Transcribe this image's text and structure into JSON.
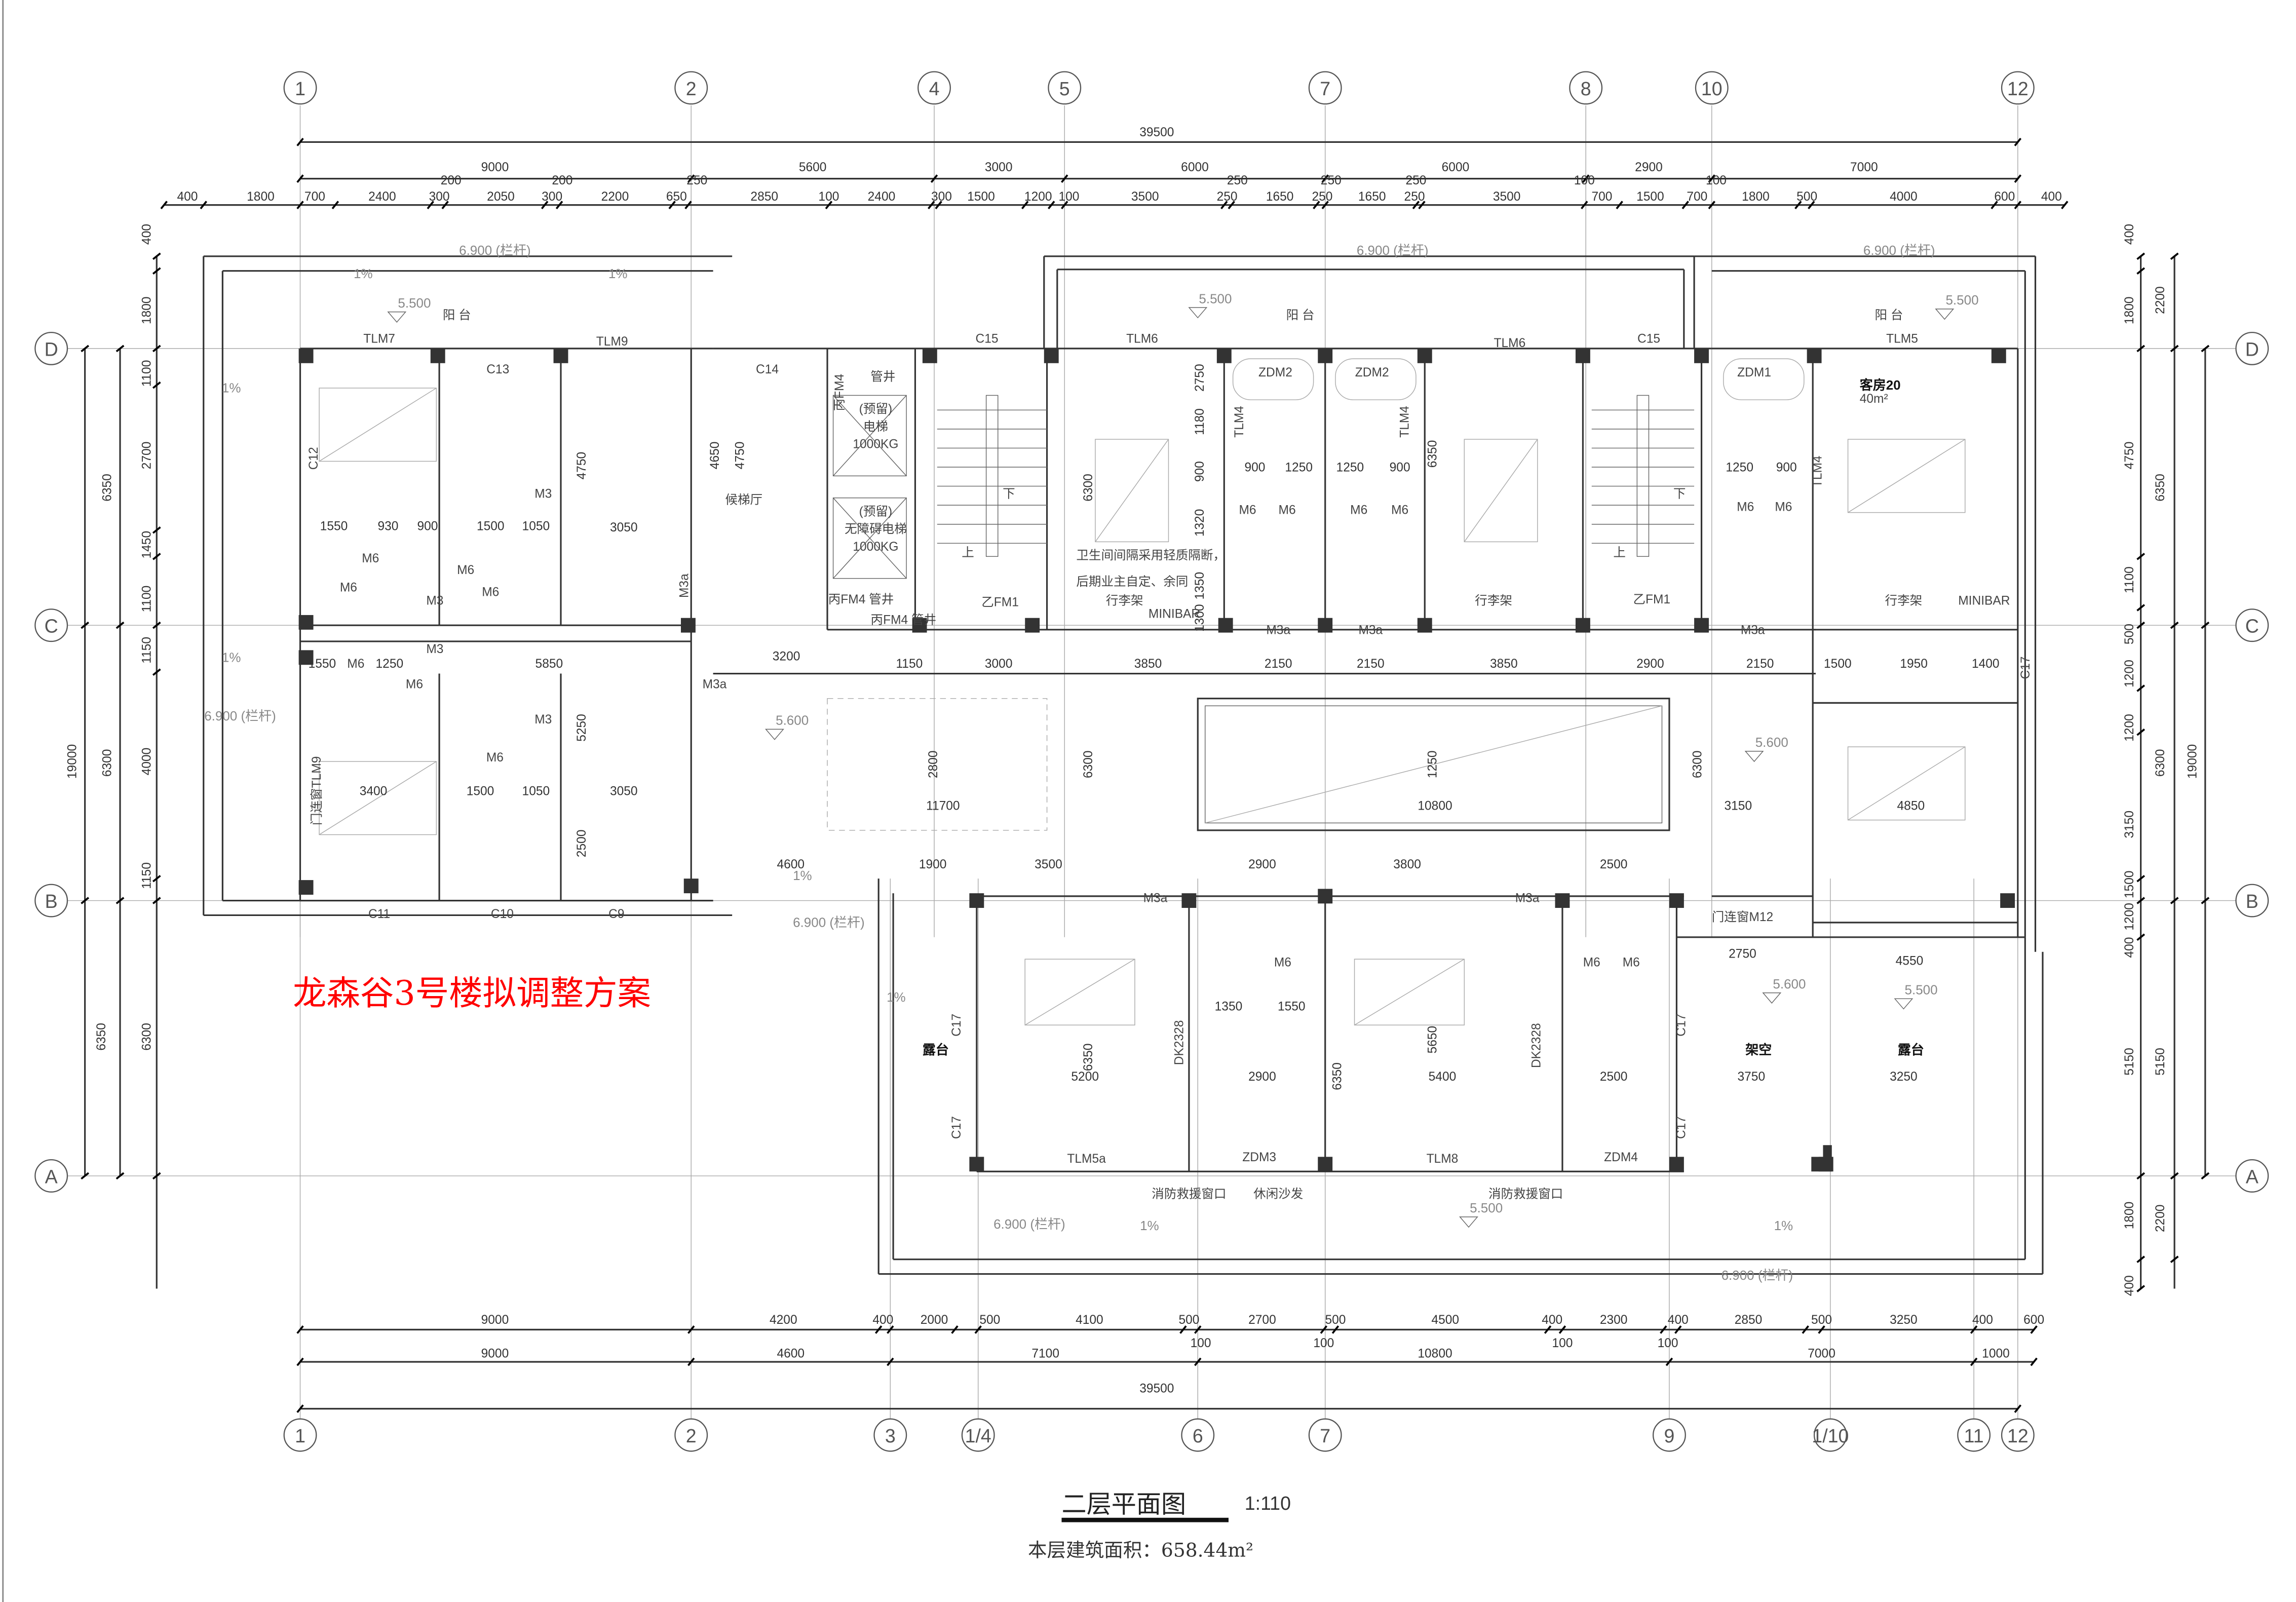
{
  "title": {
    "main": "二层平面图",
    "scale": "1:110",
    "area_label": "本层建筑面积：658.44m²"
  },
  "project_note": "龙森谷3号楼拟调整方案",
  "axes": {
    "top": [
      "1",
      "2",
      "4",
      "5",
      "7",
      "8",
      "10",
      "12"
    ],
    "bottom": [
      "1",
      "2",
      "3",
      "1/4",
      "6",
      "7",
      "9",
      "1/10",
      "11",
      "12"
    ],
    "left": [
      "D",
      "C",
      "B",
      "A"
    ],
    "right": [
      "D",
      "C",
      "B",
      "A"
    ]
  },
  "dimensions": {
    "top_total": "39500",
    "top_row2": [
      "9000",
      "5600",
      "3000",
      "6000",
      "6000",
      "2900",
      "7000"
    ],
    "top_row2_small": [
      "200",
      "200",
      "250",
      "250",
      "250",
      "250",
      "100",
      "100"
    ],
    "top_row3": [
      "400",
      "1800",
      "700",
      "2400",
      "300",
      "2050",
      "300",
      "2200",
      "650",
      "2850",
      "100",
      "2400",
      "300",
      "1500",
      "1200",
      "100",
      "3500",
      "250",
      "1650",
      "250",
      "1650",
      "250",
      "3500",
      "700",
      "1500",
      "700",
      "1800",
      "500",
      "4000",
      "600",
      "400"
    ],
    "bottom_row1": [
      "9000",
      "4200",
      "400",
      "2000",
      "500",
      "4100",
      "500",
      "2700",
      "500",
      "4500",
      "400",
      "2300",
      "400",
      "2850",
      "500",
      "3250",
      "400",
      "600"
    ],
    "bottom_small": [
      "100",
      "100",
      "100",
      "100"
    ],
    "bottom_row2": [
      "9000",
      "4600",
      "7100",
      "10800",
      "7000",
      "1000"
    ],
    "bottom_total": "39500",
    "left_outer": [
      "6350",
      "19000",
      "6300",
      "6350"
    ],
    "left_inner": [
      "400",
      "1800",
      "1100",
      "2700",
      "1450",
      "1100",
      "1150",
      "4000",
      "1150",
      "6300"
    ],
    "right_inner": [
      "400",
      "1800",
      "4750",
      "1100",
      "500",
      "1200",
      "1200",
      "3150",
      "1500",
      "1200",
      "400",
      "5150",
      "1800",
      "400"
    ],
    "right_outer": [
      "2200",
      "6350",
      "6300",
      "5150",
      "2200",
      "19000"
    ],
    "interior": [
      "11700",
      "10800",
      "3200",
      "3000",
      "3850",
      "2150",
      "2150",
      "3850",
      "2900",
      "2150",
      "1500",
      "1950",
      "1400",
      "3150",
      "4850",
      "3400",
      "1500",
      "1050",
      "3050",
      "3050",
      "3500",
      "2900",
      "3800",
      "2500",
      "5200",
      "5400",
      "3750",
      "3250",
      "2900",
      "2500",
      "2750",
      "4550",
      "4600",
      "1900",
      "1250",
      "1150",
      "1550",
      "930",
      "900",
      "1500",
      "1050",
      "1350",
      "1550",
      "1250",
      "900",
      "1250",
      "900",
      "1250",
      "900",
      "5850",
      "1550",
      "1250",
      "2800",
      "6300",
      "6300",
      "6300",
      "6350",
      "6350",
      "5650",
      "6350",
      "4650",
      "4750",
      "4750",
      "5250",
      "2500",
      "2750",
      "1180",
      "900",
      "1320",
      "1350",
      "1300",
      "300"
    ]
  },
  "labels": {
    "balcony": [
      "阳 台",
      "阳 台",
      "阳 台"
    ],
    "elevations": [
      "5.500",
      "5.500",
      "5.500",
      "5.500",
      "5.500",
      "5.600",
      "5.600",
      "5.600"
    ],
    "railings": [
      "6.900 (栏杆)",
      "6.900 (栏杆)",
      "6.900 (栏杆)",
      "6.900 (栏杆)",
      "6.900 (栏杆)",
      "6.900 (栏杆)",
      "6.900 (栏杆)"
    ],
    "slopes": [
      "1%",
      "1%",
      "1%",
      "1%",
      "1%",
      "1%",
      "1%",
      "1%"
    ],
    "codes": [
      "TLM7",
      "TLM9",
      "C13",
      "C14",
      "C15",
      "C15",
      "TLM6",
      "TLM6",
      "TLM5",
      "ZDM2",
      "ZDM2",
      "ZDM1",
      "管井",
      "候梯厅",
      "M3a",
      "M3a",
      "M3a",
      "M3a",
      "M3a",
      "M3a",
      "C11",
      "C10",
      "C9",
      "TLM5a",
      "TLM8",
      "ZDM3",
      "ZDM4",
      "消防救援窗口",
      "消防救援窗口",
      "休闲沙发",
      "M6",
      "M6",
      "M6",
      "M6",
      "M6",
      "M6",
      "M6",
      "M6",
      "M6",
      "M6",
      "M6",
      "M6",
      "M6",
      "M6",
      "M6",
      "M6",
      "M3",
      "M3",
      "M3",
      "M3",
      "乙FM1",
      "乙FM1",
      "门连窗M12",
      "行李架",
      "行李架",
      "行李架",
      "MINIBAR",
      "MINIBAR"
    ],
    "rotated_codes": [
      "C12",
      "门连窗TLM9",
      "丙FM4",
      "TLM4",
      "TLM4",
      "TLM4",
      "DK2328",
      "DK2328",
      "C17",
      "C17",
      "C17",
      "C17",
      "M3a",
      "C17"
    ],
    "elevator_1": [
      "(预留)",
      "电梯",
      "1000KG"
    ],
    "elevator_2": [
      "(预留)",
      "无障碍电梯",
      "1000KG"
    ],
    "shafts": [
      "丙FM4 管井",
      "丙FM4 管井"
    ],
    "room_name": "客房20",
    "room_area": "40m²",
    "note_1": "卫生间间隔采用轻质隔断，",
    "note_2": "后期业主自定、余同",
    "stairs": [
      "上",
      "下",
      "上",
      "下"
    ],
    "outdoor": [
      "露台",
      "露台",
      "架空"
    ]
  }
}
